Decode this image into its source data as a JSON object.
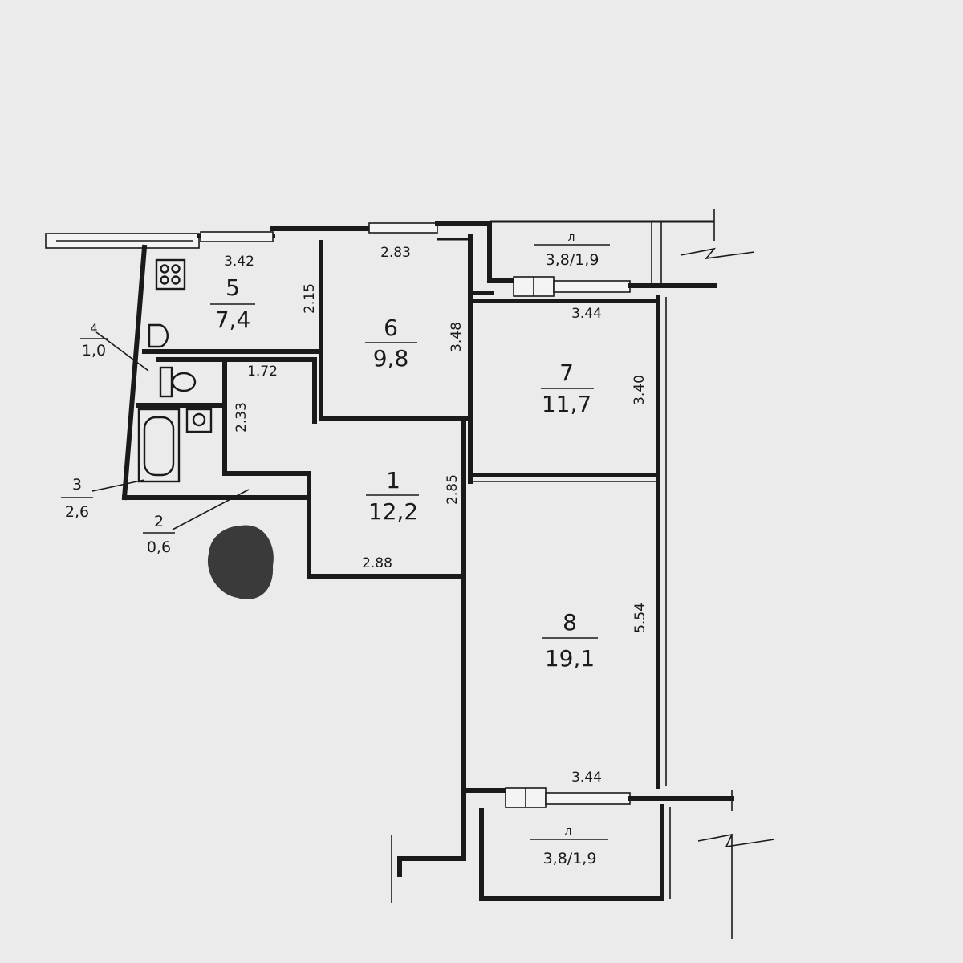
{
  "rooms": [
    {
      "number": "1",
      "area": "12,2"
    },
    {
      "number": "2",
      "area": "0,6"
    },
    {
      "number": "3",
      "area": "2,6"
    },
    {
      "number": "4",
      "area": "1,0"
    },
    {
      "number": "5",
      "area": "7,4"
    },
    {
      "number": "6",
      "area": "9,8"
    },
    {
      "number": "7",
      "area": "11,7"
    },
    {
      "number": "8",
      "area": "19,1"
    }
  ],
  "balconies": [
    {
      "letter": "л",
      "size": "3,8/1,9"
    },
    {
      "letter": "л",
      "size": "3,8/1,9"
    }
  ],
  "dimensions": {
    "kitchen_width": "3.42",
    "kitchen_depth": "2.15",
    "room6_width": "2.83",
    "room6_depth": "3.48",
    "room7_width": "3.44",
    "room7_depth": "3.40",
    "corridor_width": "1.72",
    "corridor_depth": "2.33",
    "hall_depth": "2.85",
    "hall_width": "2.88",
    "room8_depth": "5.54",
    "room8_width": "3.44"
  },
  "redaction_mark_color": "#3a3a3a"
}
